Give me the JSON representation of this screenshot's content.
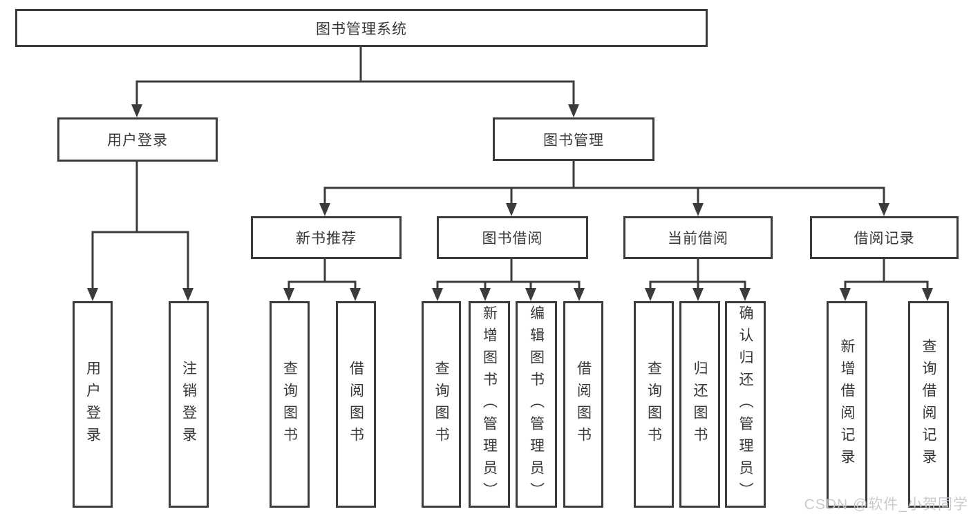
{
  "tree": {
    "root": {
      "label": "图书管理系统"
    },
    "branches": [
      {
        "label": "用户登录",
        "leaves": [
          {
            "label": "用户登录"
          },
          {
            "label": "注销登录"
          }
        ]
      },
      {
        "label": "图书管理",
        "sections": [
          {
            "label": "新书推荐",
            "leaves": [
              {
                "label": "查询图书"
              },
              {
                "label": "借阅图书"
              }
            ]
          },
          {
            "label": "图书借阅",
            "leaves": [
              {
                "label": "查询图书"
              },
              {
                "label": "新增图书（管理员）"
              },
              {
                "label": "编辑图书（管理员）"
              },
              {
                "label": "借阅图书"
              }
            ]
          },
          {
            "label": "当前借阅",
            "leaves": [
              {
                "label": "查询图书"
              },
              {
                "label": "归还图书"
              },
              {
                "label": "确认归还（管理员）"
              }
            ]
          },
          {
            "label": "借阅记录",
            "leaves": [
              {
                "label": "新增借阅记录"
              },
              {
                "label": "查询借阅记录"
              }
            ]
          }
        ]
      }
    ]
  },
  "watermark": {
    "text": "CSDN @软件_小贺同学"
  },
  "colors": {
    "line": "#3b3b3b",
    "text": "#383838",
    "watermark": "#c3c7cb",
    "background": "#ffffff"
  }
}
